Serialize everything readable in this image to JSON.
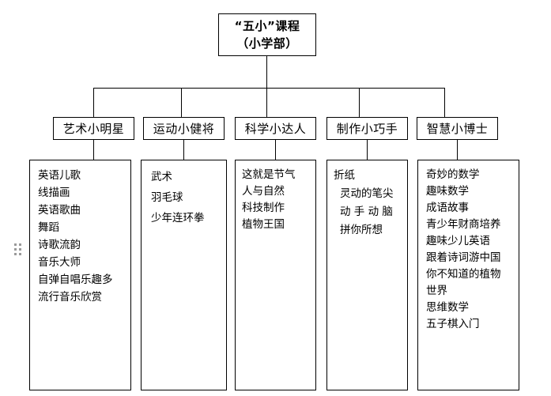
{
  "diagram": {
    "root": {
      "lines": [
        "“五小”课程",
        "（小学部）"
      ]
    },
    "columns": [
      {
        "category": "艺术小明星",
        "items": [
          "英语儿歌",
          "线描画",
          "英语歌曲",
          "舞蹈",
          "诗歌流韵",
          "音乐大师",
          "自弹自唱乐趣多",
          "流行音乐欣赏"
        ]
      },
      {
        "category": "运动小健将",
        "items": [
          "武术",
          "羽毛球",
          "少年连环拳"
        ]
      },
      {
        "category": "科学小达人",
        "items": [
          "这就是节气",
          "人与自然",
          "科技制作",
          "植物王国"
        ]
      },
      {
        "category": "制作小巧手",
        "items": [
          "折纸",
          "灵动的笔尖",
          "动 手 动 脑",
          "拼你所想"
        ]
      },
      {
        "category": "智慧小博士",
        "items": [
          "奇妙的数学",
          "趣味数学",
          "成语故事",
          "青少年财商培养",
          "趣味少儿英语",
          "跟着诗词游中国",
          "你不知道的植物",
          "世界",
          "思维数学",
          "五子棋入门"
        ]
      }
    ],
    "colors": {
      "stroke": "#000000",
      "background": "#ffffff",
      "text": "#000000",
      "grip": "#9a9a9a"
    }
  }
}
